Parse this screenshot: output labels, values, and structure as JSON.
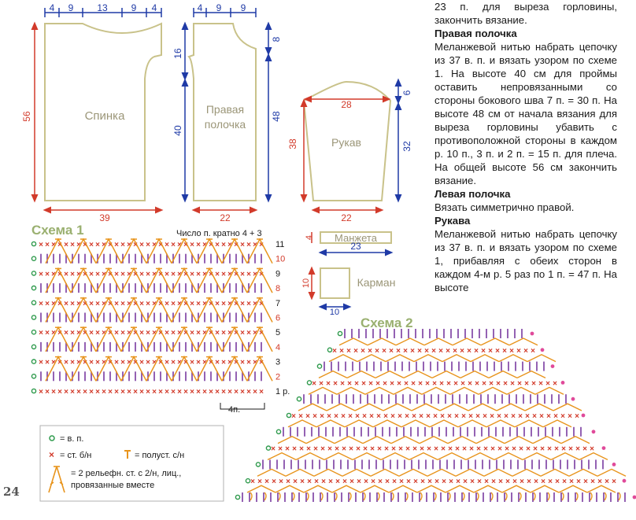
{
  "colors": {
    "dimension": "#1f3aa6",
    "dimension_red": "#d23a2a",
    "outline": "#c9c28a",
    "panel_text": "#9b9678",
    "chain": "#2e9a4c",
    "sc": "#d23a2a",
    "hdc": "#e8941c",
    "dc": "#7a3aa0",
    "schema_title": "#9ab070",
    "pink": "#e04a9a"
  },
  "panels": {
    "back": {
      "label": "Спинка",
      "top_dims": [
        "4",
        "9",
        "13",
        "9",
        "4"
      ],
      "left_dim": "56",
      "right_dim_top": "16",
      "right_dim_bottom": "40",
      "bottom_dim": "39"
    },
    "right_front": {
      "label_line1": "Правая",
      "label_line2": "полочка",
      "top_dims": [
        "4",
        "9",
        "9"
      ],
      "right_dim_top": "8",
      "right_dim_bottom": "48",
      "bottom_dim": "22"
    },
    "sleeve": {
      "label": "Рукав",
      "top_dim": "28",
      "left_dim": "38",
      "right_dim_top": "6",
      "right_dim_bottom": "32",
      "bottom_dim": "22"
    },
    "cuff": {
      "label": "Манжета",
      "side_dim": "4",
      "bottom_dim": "23"
    },
    "pocket": {
      "label": "Карман",
      "side_dim": "10",
      "bottom_dim": "10"
    }
  },
  "schema1": {
    "title": "Схема 1",
    "note": "Число п. кратно 4 + 3",
    "rows": [
      "1 р.",
      "2",
      "3",
      "4",
      "5",
      "6",
      "7",
      "8",
      "9",
      "10",
      "11"
    ],
    "repeat": "4п."
  },
  "schema2": {
    "title": "Схема 2"
  },
  "legend": {
    "chain": "= в. п.",
    "sc": "= ст. б/н",
    "hdc": "= полуст. с/н",
    "cluster_line1": "= 2 рельефн. ст. с 2/н, лиц.,",
    "cluster_line2": "провязанные вместе"
  },
  "instructions": {
    "p1": "23 п. для выреза горловины, закончить вязание.",
    "h2": "Правая полочка",
    "p2": "Меланжевой нитью набрать цепочку из 37 в. п. и вязать узором по схеме 1. На высоте 40 см для проймы оставить непровязанными со стороны бокового шва 7 п. = 30 п. На высоте 48 см от начала вязания для выреза горловины убавить с противоположной стороны в каждом р. 10 п., 3 п. и 2 п. = 15 п. для плеча. На общей высоте 56 см закончить вязание.",
    "h3": "Левая полочка",
    "p3": "Вязать симметрично правой.",
    "h4": "Рукава",
    "p4": "Меланжевой нитью набрать цепочку из 37 в. п. и вязать узором по схеме 1, прибавляя с обеих сторон в каждом 4-м р. 5 раз по 1 п. = 47 п. На высоте"
  },
  "page_number": "24"
}
